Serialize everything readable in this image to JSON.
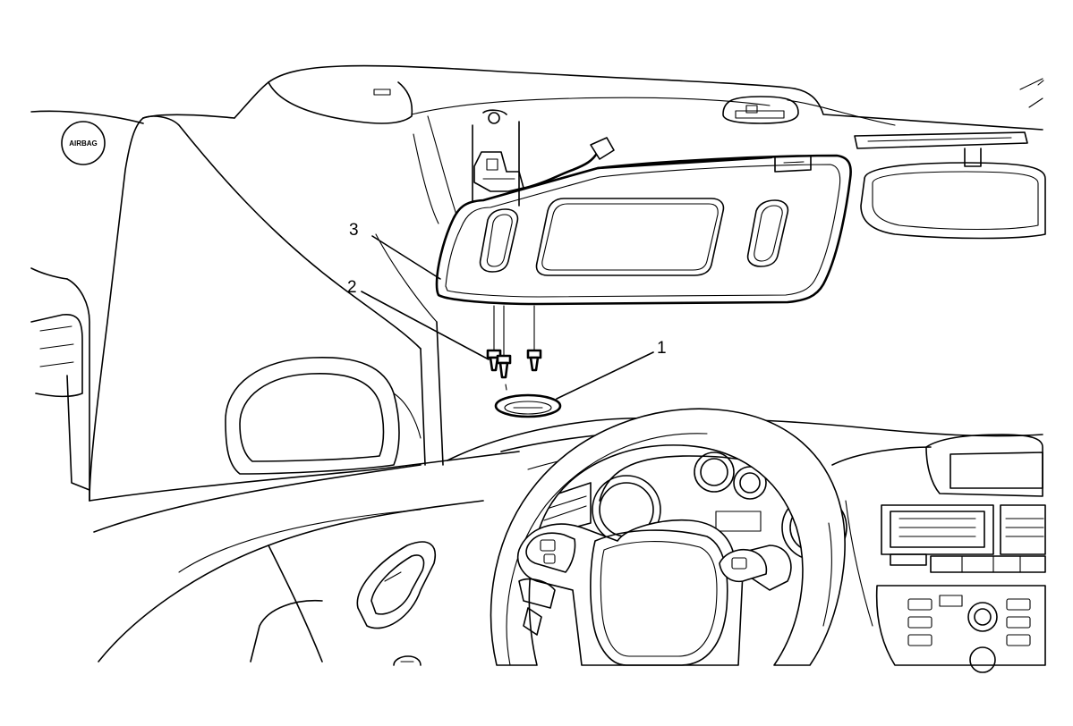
{
  "callouts": [
    {
      "id": "1",
      "label": "1"
    },
    {
      "id": "2",
      "label": "2"
    },
    {
      "id": "3",
      "label": "3"
    }
  ],
  "airbag_badge_text": "AIRBAG"
}
